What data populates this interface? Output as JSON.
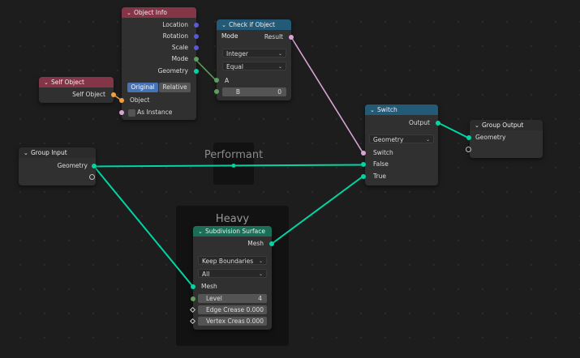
{
  "frames": {
    "performant": {
      "label": "Performant"
    },
    "heavy": {
      "label": "Heavy"
    }
  },
  "nodes": {
    "object_info": {
      "title": "Object Info",
      "outputs": [
        "Location",
        "Rotation",
        "Scale",
        "Mode",
        "Geometry"
      ],
      "mode_options": [
        "Original",
        "Relative"
      ],
      "mode_selected": "Original",
      "object_input": "Object",
      "as_instance": "As Instance"
    },
    "check_mode": {
      "title": "Check if Object Mode",
      "output": "Result",
      "data_type": "Integer",
      "operation": "Equal",
      "input_a": "A",
      "input_b_label": "B",
      "input_b_value": "0"
    },
    "self_object": {
      "title": "Self Object",
      "output": "Self Object"
    },
    "switch": {
      "title": "Switch",
      "output": "Output",
      "type": "Geometry",
      "inputs": [
        "Switch",
        "False",
        "True"
      ]
    },
    "group_output": {
      "title": "Group Output",
      "input": "Geometry"
    },
    "group_input": {
      "title": "Group Input",
      "output": "Geometry"
    },
    "subdivision": {
      "title": "Subdivision Surface",
      "output": "Mesh",
      "uv_smooth": "Keep Boundaries",
      "boundary_smooth": "All",
      "input_mesh": "Mesh",
      "level_label": "Level",
      "level_value": "4",
      "edge_crease_label": "Edge Crease",
      "edge_crease_value": "0.000",
      "vertex_crease_label": "Vertex Creas",
      "vertex_crease_value": "0.000"
    }
  },
  "colors": {
    "geometry_link": "#00d6a3",
    "boolean_link": "#d6a5d6",
    "integer_link": "#5e9e5e",
    "object_link": "#f0a040",
    "header_object_info": "#843547",
    "header_check_mode": "#235a78",
    "header_switch": "#235a78",
    "header_subdivision": "#1b6e56"
  },
  "icons": {
    "collapse": "chevron-down-icon",
    "dropdown": "dropdown-arrow-icon"
  }
}
